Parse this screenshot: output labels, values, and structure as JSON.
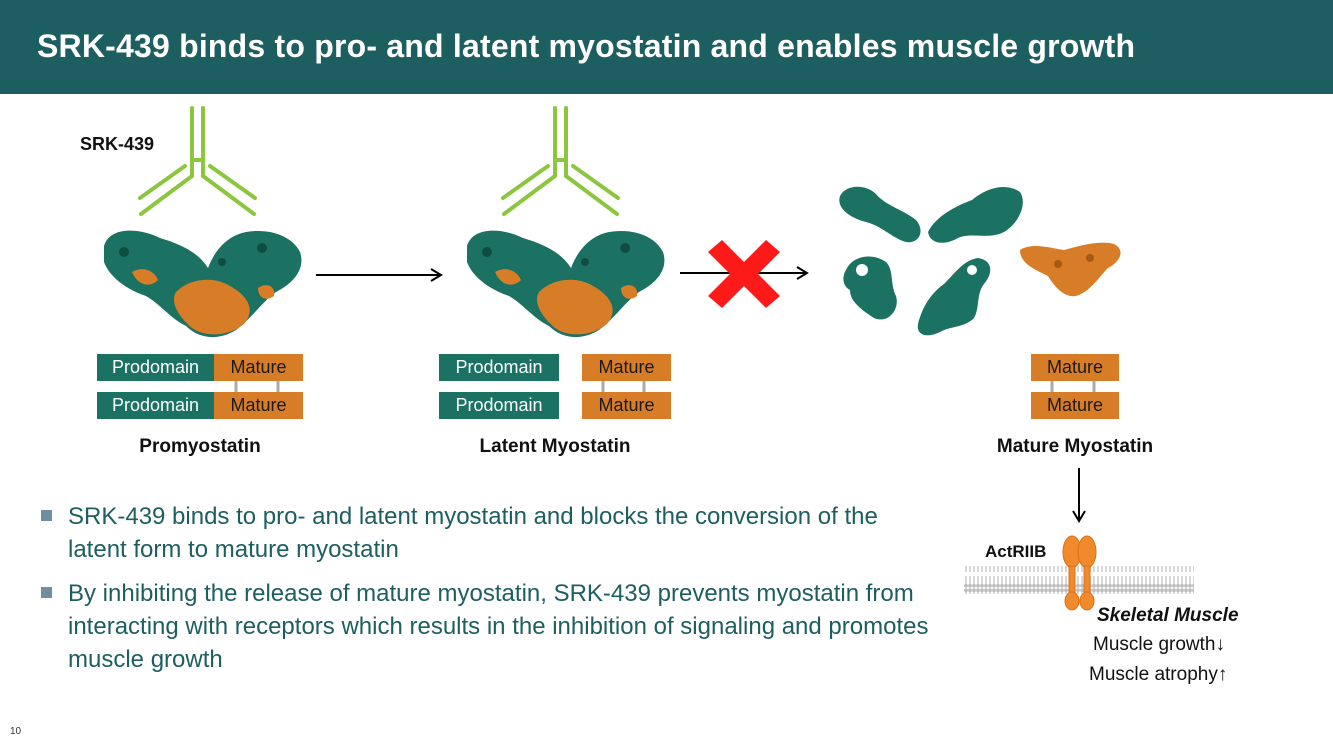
{
  "header": {
    "title": "SRK-439 binds to pro- and latent myostatin and enables muscle growth",
    "background": "#1d5e61"
  },
  "colors": {
    "antibody": "#8cc63e",
    "prodomain": "#1b7262",
    "mature": "#d77d27",
    "block_x": "#ff1a1a",
    "receptor": "#f08a2c"
  },
  "diagram": {
    "antibody_label": "SRK-439",
    "stages": [
      {
        "label": "Promyostatin",
        "rows": [
          {
            "prodomain": "Prodomain",
            "mature": "Mature"
          },
          {
            "prodomain": "Prodomain",
            "mature": "Mature"
          }
        ]
      },
      {
        "label": "Latent Myostatin",
        "rows": [
          {
            "prodomain": "Prodomain",
            "mature": "Mature"
          },
          {
            "prodomain": "Prodomain",
            "mature": "Mature"
          }
        ]
      },
      {
        "label": "Mature Myostatin",
        "rows": [
          {
            "mature": "Mature"
          },
          {
            "mature": "Mature"
          }
        ]
      }
    ],
    "receptor_label": "ActRIIB",
    "tissue_label": "Skeletal Muscle",
    "effects": [
      "Muscle growth↓",
      "Muscle atrophy↑"
    ]
  },
  "bullets": [
    "SRK-439 binds to pro- and latent myostatin and blocks the conversion of the latent form to mature myostatin",
    "By inhibiting the release of mature myostatin, SRK-439 prevents myostatin from interacting with receptors which results in the inhibition of signaling and promotes muscle growth"
  ],
  "page_number": "10"
}
